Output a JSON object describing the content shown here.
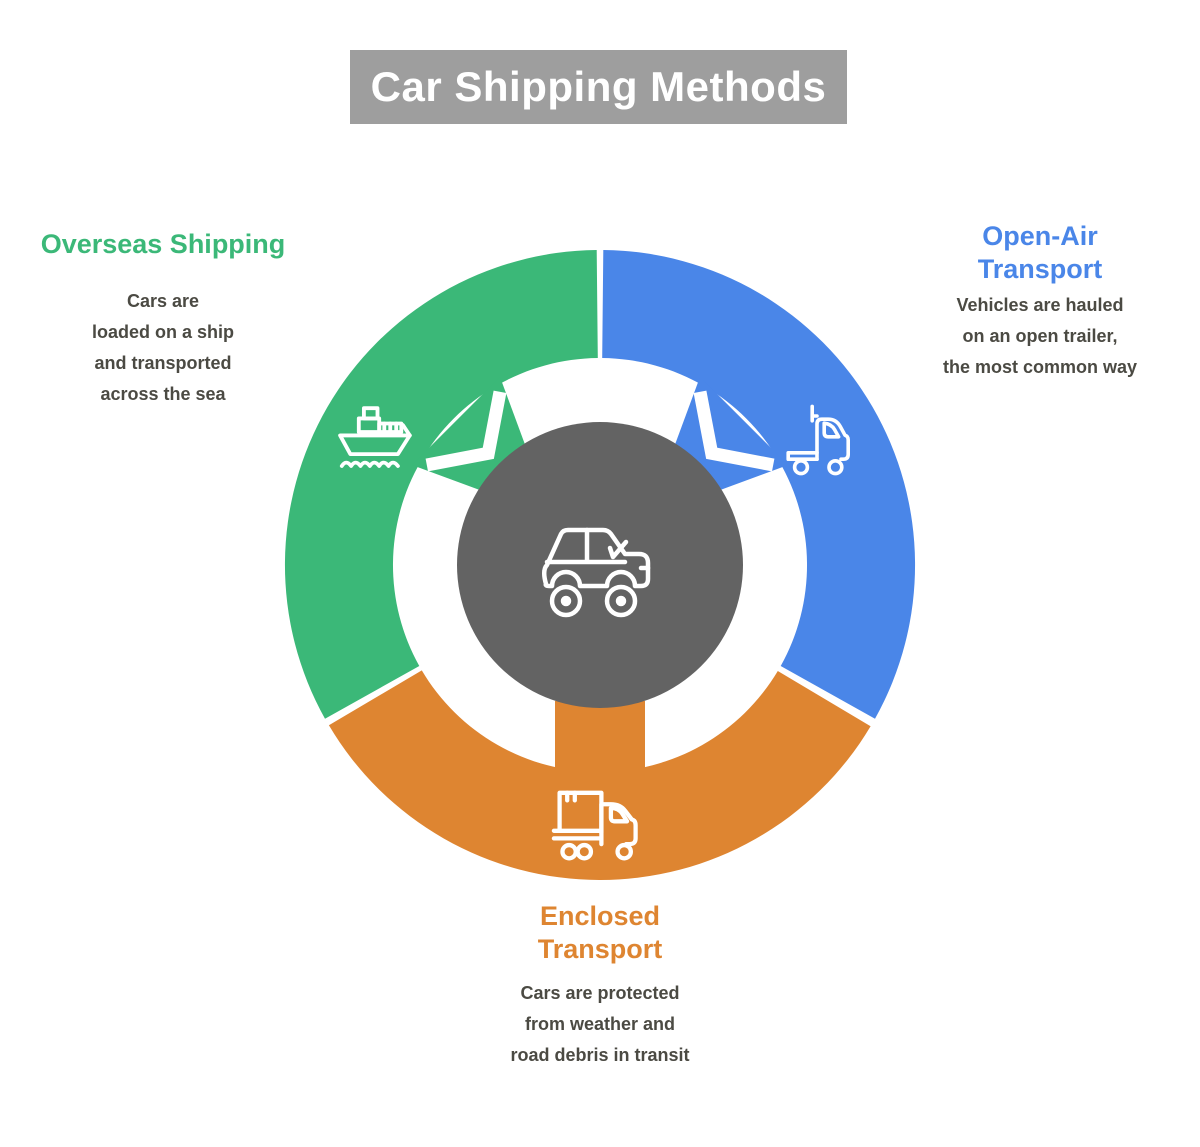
{
  "title": "Car Shipping Methods",
  "colors": {
    "overseas": "#3bb878",
    "open_air": "#4a86e8",
    "enclosed": "#de8531",
    "center_circle": "#636363",
    "title_background": "#9e9e9e",
    "description_text": "#4b4a43"
  },
  "methods": {
    "overseas": {
      "label": "Overseas Shipping",
      "description": "Cars are\nloaded on a ship\nand transported\nacross the sea",
      "icon": "cargo-ship-icon"
    },
    "open_air": {
      "label": "Open-Air\nTransport",
      "description": "Vehicles are hauled\non an open trailer,\nthe most common way",
      "icon": "semi-truck-icon"
    },
    "enclosed": {
      "label": "Enclosed\nTransport",
      "description": "Cars are protected\nfrom weather and\nroad debris in transit",
      "icon": "box-truck-icon"
    }
  },
  "center": {
    "icon": "car-icon"
  }
}
